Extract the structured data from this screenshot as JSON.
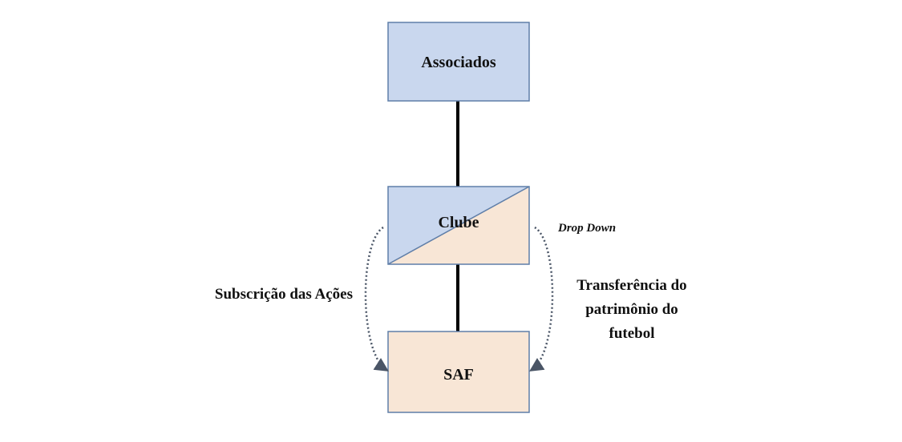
{
  "nodes": {
    "associados": {
      "label": "Associados"
    },
    "clube": {
      "label": "Clube"
    },
    "saf": {
      "label": "SAF"
    }
  },
  "annotations": {
    "drop_down": "Drop Down",
    "subscricao": "Subscrição das Ações",
    "transferencia_line1": "Transferência do",
    "transferencia_line2": "patrimônio do",
    "transferencia_line3": "futebol"
  },
  "colors": {
    "blue_fill": "#c9d7ee",
    "peach_fill": "#f8e6d6",
    "box_border": "#5f7ea8",
    "connector": "#000000",
    "dotted_arrow": "#4a5566"
  }
}
